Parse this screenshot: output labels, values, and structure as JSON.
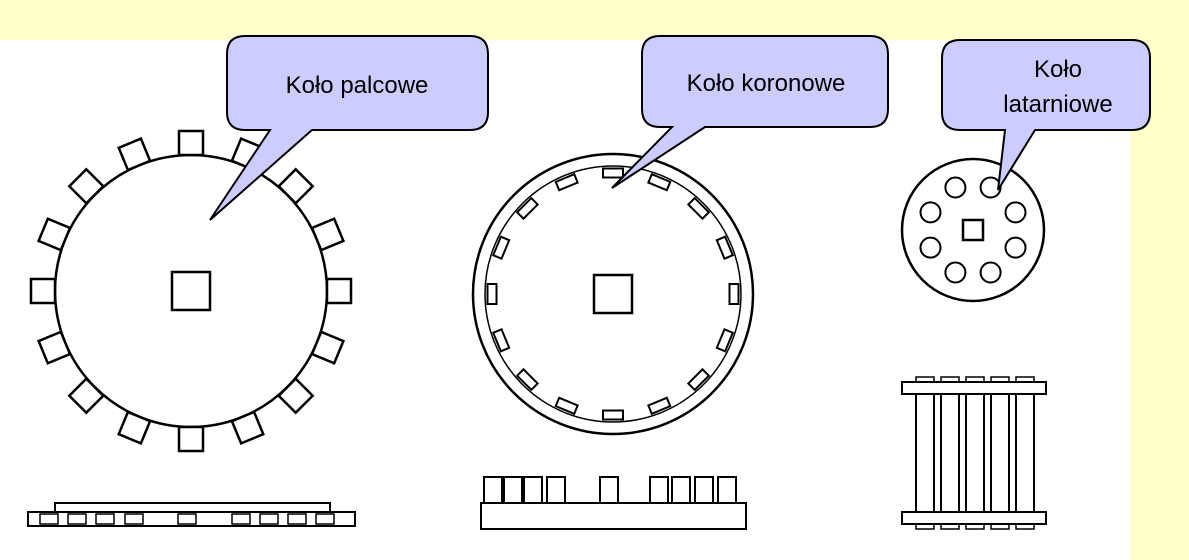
{
  "callouts": {
    "finger_wheel": "Koło palcowe",
    "crown_wheel": "Koło koronowe",
    "lantern_wheel_line1": "Koło",
    "lantern_wheel_line2": "latarniowe"
  },
  "colors": {
    "background_band": "#ffffcc",
    "callout_fill": "#ccccff",
    "stroke": "#000000"
  }
}
